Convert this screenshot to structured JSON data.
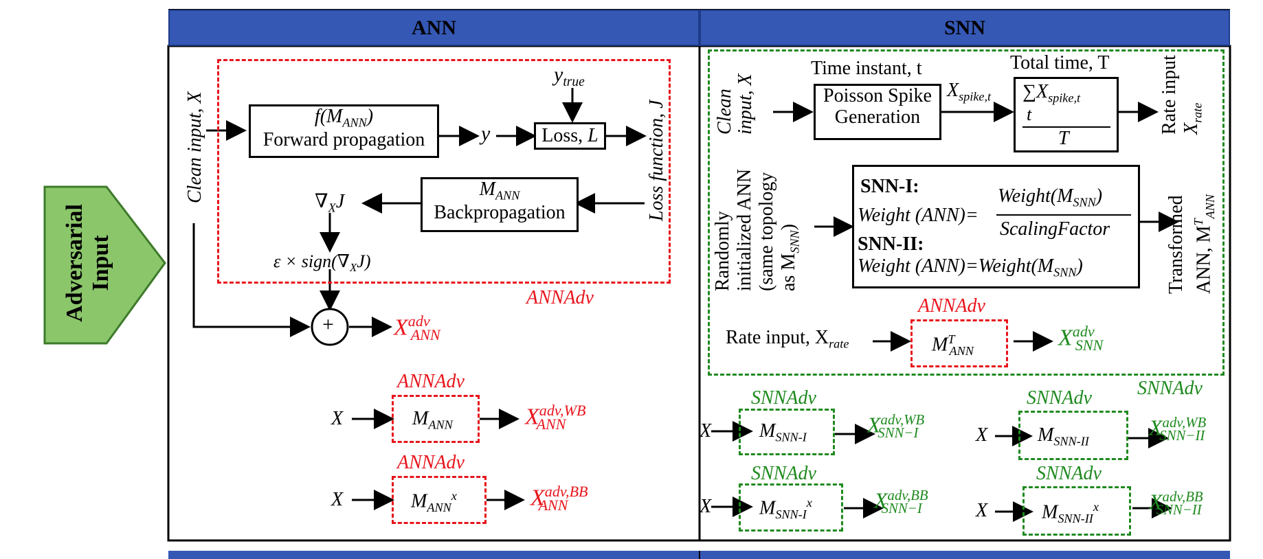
{
  "headers": {
    "ann": "ANN",
    "snn": "SNN"
  },
  "side_tag": {
    "line1": "Adversarial",
    "line2": "Input"
  },
  "ann": {
    "clean_input": "Clean input, X",
    "forward_fn": "f(M",
    "forward_fn_sub": "ANN",
    "forward_fn_close": ")",
    "forward_label": "Forward propagation",
    "y": "y",
    "y_true": "y",
    "y_true_sub": "true",
    "loss": "Loss,",
    "loss_sym": "L",
    "loss_function": "Loss function, J",
    "backprop_m": "M",
    "backprop_m_sub": "ANN",
    "backprop_label": "Backpropagation",
    "grad": "∇",
    "grad_sub": "X",
    "grad_j": "J",
    "eps_expr": "ε × sign(∇",
    "eps_sub": "X",
    "eps_close": "J)",
    "annadv_tag": "ANNAdv",
    "plus": "+",
    "out_x": "X",
    "out_sup": "adv",
    "out_sub": "ANN",
    "wb_tag": "ANNAdv",
    "wb_x": "X",
    "wb_m": "M",
    "wb_m_sub": "ANN",
    "wb_out_x": "X",
    "wb_out_sup": "adv,WB",
    "wb_out_sub": "ANN",
    "bb_tag": "ANNAdv",
    "bb_x": "X",
    "bb_m": "M",
    "bb_m_sub": "ANN",
    "bb_m_sup": "x",
    "bb_out_x": "X",
    "bb_out_sup": "adv,BB",
    "bb_out_sub": "ANN"
  },
  "snn": {
    "clean_input_1": "Clean",
    "clean_input_2": "input, X",
    "time_instant": "Time instant, t",
    "total_time": "Total time, T",
    "poisson_1": "Poisson Spike",
    "poisson_2": "Generation",
    "x_spike": "X",
    "x_spike_sub": "spike,t",
    "sum_num": "∑X",
    "sum_num_sub": "spike,t",
    "sum_t": "t",
    "sum_den": "T",
    "rate_input_1": "Rate input",
    "rate_input_2": "X",
    "rate_input_2_sub": "rate",
    "rand_1": "Randomly",
    "rand_2": "initialized ANN",
    "rand_3": "(same topology",
    "rand_4": "as M",
    "rand_4_sub": "SNN",
    "rand_4_close": ")",
    "snn1_title": "SNN-I:",
    "snn1_lhs": "Weight (ANN)=",
    "snn1_num": "Weight(M",
    "snn1_num_sub": "SNN",
    "snn1_num_close": ")",
    "snn1_den": "ScalingFactor",
    "snn2_title": "SNN-II:",
    "snn2_expr": "Weight (ANN)=Weight(M",
    "snn2_sub": "SNN",
    "snn2_close": ")",
    "transformed_1": "Transformed",
    "transformed_2": "ANN, M",
    "transformed_2_sup": "T",
    "transformed_2_sub": "ANN",
    "rate_in_label": "Rate input, X",
    "rate_in_sub": "rate",
    "annadv_tag": "ANNAdv",
    "mt": "M",
    "mt_sup": "T",
    "mt_sub": "ANN",
    "out_x": "X",
    "out_sup": "adv",
    "out_sub": "SNN",
    "snnadv_tag": "SNNAdv",
    "r1_tag": "SNNAdv",
    "r1_x": "X",
    "r1_m": "M",
    "r1_m_sub": "SNN-I",
    "r1_out_x": "X",
    "r1_out_sup": "adv,WB",
    "r1_out_sub": "SNN−I",
    "r2_tag": "SNNAdv",
    "r2_x": "X",
    "r2_m": "M",
    "r2_m_sub": "SNN-II",
    "r2_out_x": "X",
    "r2_out_sup": "adv,WB",
    "r2_out_sub": "SNN−II",
    "r3_tag": "SNNAdv",
    "r3_x": "X",
    "r3_m": "M",
    "r3_m_sub": "SNN-I",
    "r3_m_sup": "x",
    "r3_out_x": "X",
    "r3_out_sup": "adv,BB",
    "r3_out_sub": "SNN−I",
    "r4_tag": "SNNAdv",
    "r4_x": "X",
    "r4_m": "M",
    "r4_m_sub": "SNN-II",
    "r4_m_sup": "x",
    "r4_out_x": "X",
    "r4_out_sup": "adv,BB",
    "r4_out_sub": "SNN−II"
  },
  "colors": {
    "header": "#3558b5",
    "ann_adv": "#e8141c",
    "snn_adv": "#1e8a1e",
    "tag_fill": "#8cc66b"
  }
}
